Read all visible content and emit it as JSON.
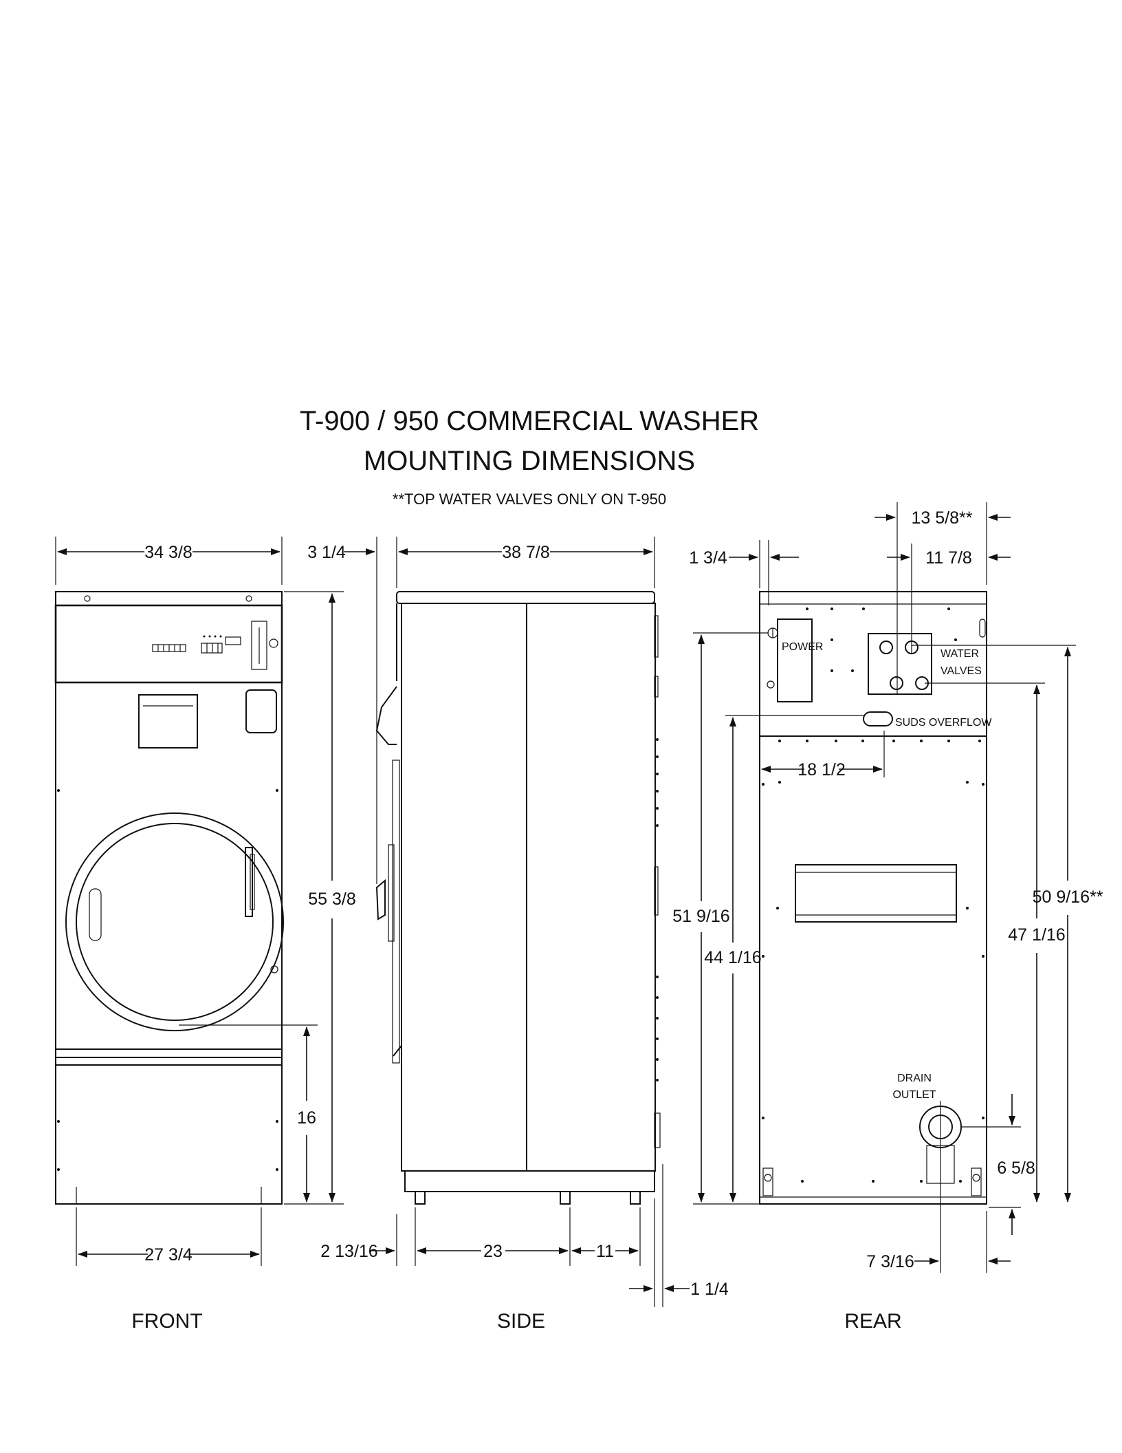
{
  "title": {
    "line1": "T-900 / 950 COMMERCIAL WASHER",
    "line2": "MOUNTING DIMENSIONS",
    "note": "**TOP WATER VALVES ONLY ON T-950"
  },
  "views": {
    "front": "FRONT",
    "side": "SIDE",
    "rear": "REAR"
  },
  "labels": {
    "power": "POWER",
    "water_valves_1": "WATER",
    "water_valves_2": "VALVES",
    "suds_overflow": "SUDS OVERFLOW",
    "drain_outlet_1": "DRAIN",
    "drain_outlet_2": "OUTLET"
  },
  "dimensions": {
    "front_width": "34 3/8",
    "front_height": "55 3/8",
    "front_lower": "16",
    "front_feet": "27 3/4",
    "side_panel_offset": "3 1/4",
    "side_depth": "38 7/8",
    "side_front_foot": "2 13/16",
    "side_feet_span": "23",
    "side_rear_foot": "11",
    "side_rear_overhang": "1 1/4",
    "rear_left_offset": "1 3/4",
    "rear_valves_outer": "13 5/8**",
    "rear_valves_inner": "11 7/8",
    "rear_overflow_x": "18 1/2",
    "rear_power_height": "51 9/16",
    "rear_overflow_height": "44 1/16",
    "rear_valves_top_height": "50 9/16**",
    "rear_valves_low_height": "47 1/16",
    "rear_drain_height": "6 5/8",
    "rear_drain_x": "7 3/16"
  }
}
